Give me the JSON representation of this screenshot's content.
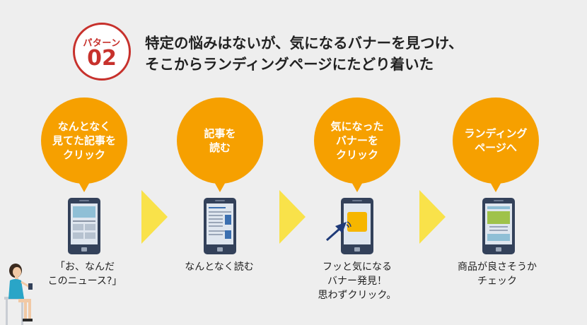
{
  "badge": {
    "label": "パターン",
    "number": "02"
  },
  "heading": {
    "line1": "特定の悩みはないが、気になるバナーを見つけ、",
    "line2": "そこからランディングページにたどり着いた"
  },
  "steps": [
    {
      "bubble": "なんとなく\n見てた記事を\nクリック",
      "caption": "「お、なんだ\nこのニュース?」"
    },
    {
      "bubble": "記事を\n読む",
      "caption": "なんとなく読む"
    },
    {
      "bubble": "気になった\nバナーを\nクリック",
      "caption": "フッと気になる\nバナー発見！\n思わずクリック。"
    },
    {
      "bubble": "ランディング\nページへ",
      "caption": "商品が良さそうか\nチェック"
    }
  ],
  "colors": {
    "accent_red": "#c7312c",
    "bubble_orange": "#f6a000",
    "arrow_yellow": "#f9e24a",
    "phone_body": "#33415a"
  }
}
